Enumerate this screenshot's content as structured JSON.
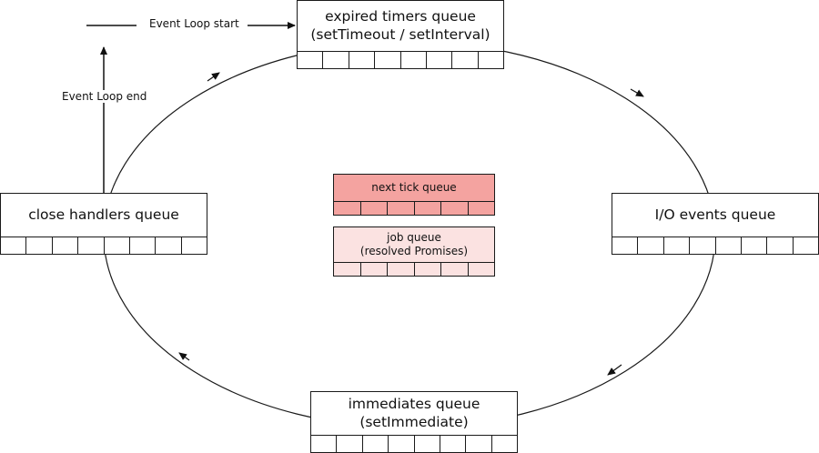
{
  "queues": {
    "timers": {
      "line1": "expired timers queue",
      "line2": "(setTimeout / setInterval)",
      "cells": 8
    },
    "io": {
      "line1": "I/O events queue",
      "cells": 8
    },
    "immediates": {
      "line1": "immediates queue",
      "line2": "(setImmediate)",
      "cells": 8
    },
    "close": {
      "line1": "close handlers queue",
      "cells": 8
    },
    "next_tick": {
      "line1": "next tick queue",
      "cells": 6,
      "color": "#f4a3a0"
    },
    "job": {
      "line1": "job queue",
      "line2": "(resolved Promises)",
      "cells": 6,
      "color": "#fbe2e1"
    }
  },
  "notes": {
    "start": "Event Loop start",
    "end": "Event Loop end"
  }
}
